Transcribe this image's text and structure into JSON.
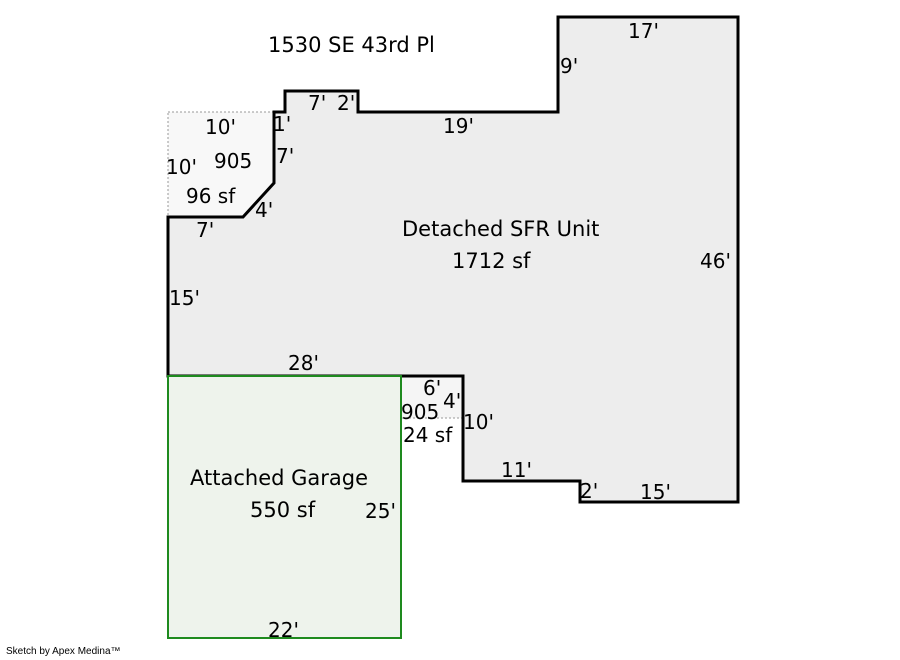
{
  "address": "1530 SE 43rd Pl",
  "credit": "Sketch by Apex Medina™",
  "colors": {
    "main_fill": "#ededed",
    "main_stroke": "#000000",
    "garage_fill": "#eef3ec",
    "garage_stroke": "#1e8a1e",
    "dotted": "#999999"
  },
  "areas": {
    "main": {
      "name": "Detached SFR Unit",
      "size": "1712 sf"
    },
    "garage": {
      "name": "Attached Garage",
      "size": "550 sf"
    },
    "porch_left": {
      "code": "905",
      "size": "96 sf"
    },
    "porch_small": {
      "code": "905",
      "size": "24 sf"
    }
  },
  "dimensions": {
    "top_right": "17'",
    "right_notch": "9'",
    "upper_19": "19'",
    "step_7": "7'",
    "step_2": "2'",
    "step_1": "1'",
    "left_vertical_7": "7'",
    "diagonal_4": "4'",
    "lower_7": "7'",
    "left_15": "15'",
    "bottom_28": "28'",
    "right_46": "46'",
    "notch_6": "6'",
    "notch_4": "4'",
    "notch_10": "10'",
    "lower_11": "11'",
    "lower_2": "2'",
    "lower_15": "15'",
    "porch_top_10": "10'",
    "porch_left_10": "10'",
    "garage_right_25": "25'",
    "garage_bottom_22": "22'"
  }
}
